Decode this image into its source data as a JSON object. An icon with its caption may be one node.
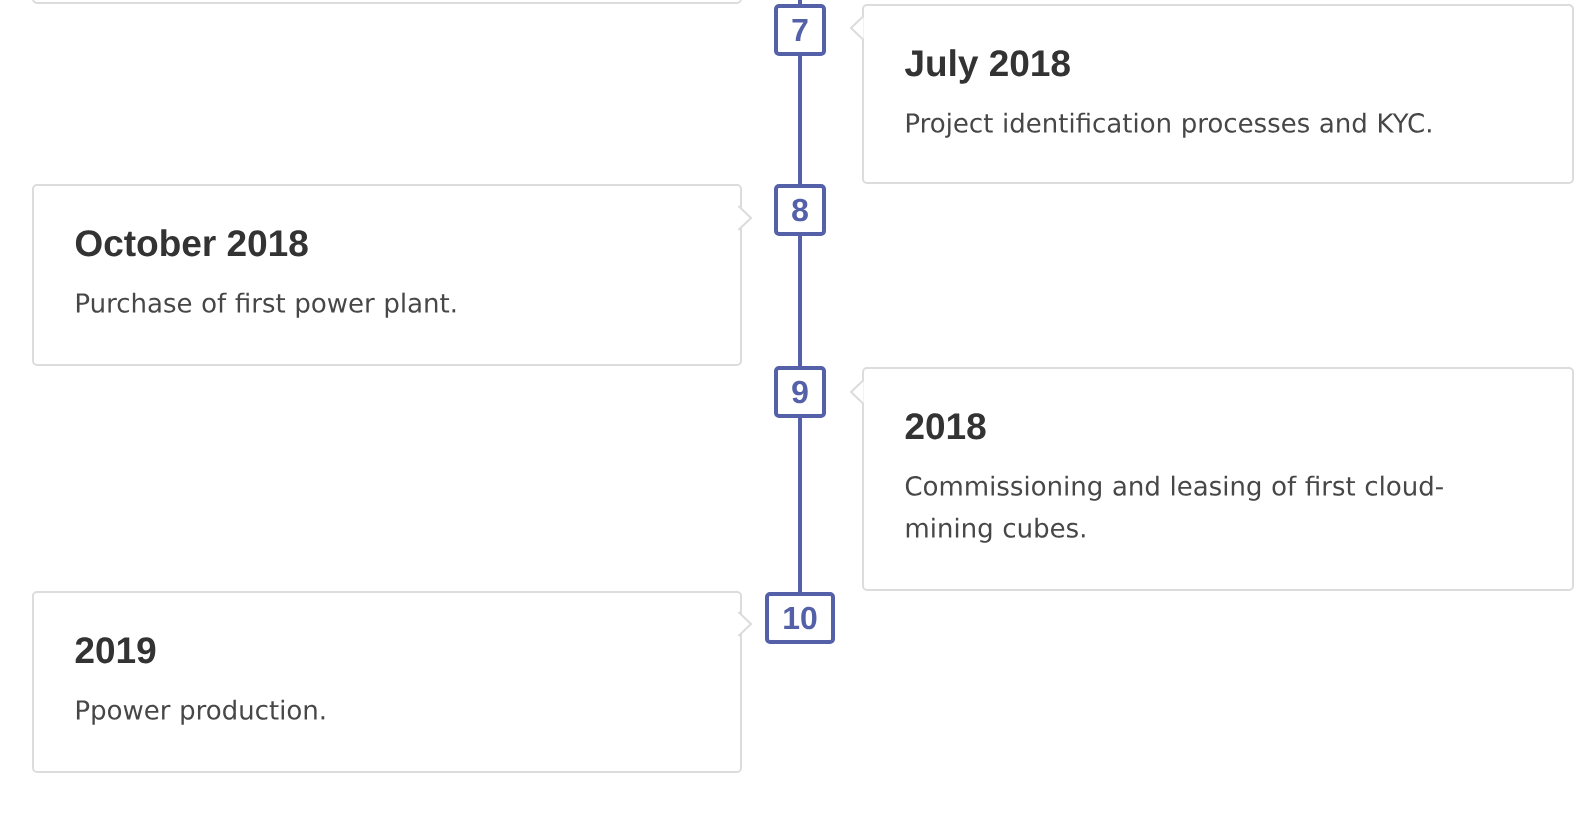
{
  "diagram": {
    "nodes": [
      {
        "text": [],
        "shape": "box"
      },
      {
        "text": [
          "7"
        ]
      },
      {
        "text": [
          "July 2018",
          "Project identification processes and KYC."
        ]
      },
      {
        "text": [
          "October 2018",
          "Purchase of first power plant."
        ]
      },
      {
        "text": [
          "8"
        ]
      },
      {
        "text": [
          "9"
        ]
      },
      {
        "text": [
          "2018",
          "Commissioning and leasing of first cloud-mining cubes."
        ]
      },
      {
        "text": [
          "2019",
          "Ppower production."
        ]
      },
      {
        "text": [
          "10"
        ]
      }
    ],
    "edges": [
      {
        "from": null,
        "to": 1,
        "arrow": "none"
      },
      {
        "from": 1,
        "to": 4,
        "arrow": "none"
      },
      {
        "from": 4,
        "to": 5,
        "arrow": "none"
      },
      {
        "from": 5,
        "to": 8,
        "arrow": "none"
      }
    ]
  }
}
